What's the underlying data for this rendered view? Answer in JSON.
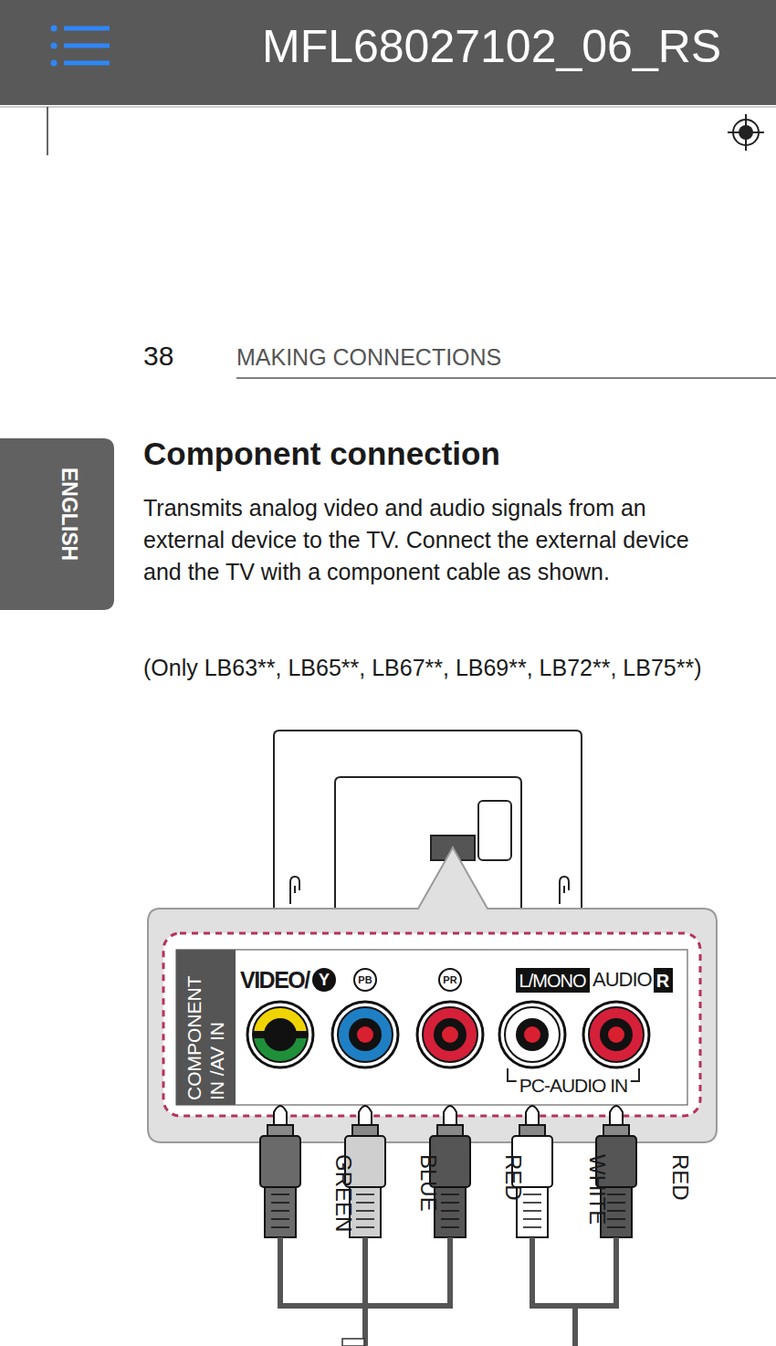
{
  "diagram": {
    "title": "Component connection",
    "labels": [
      "MFL68027102_06_RS",
      "38",
      "MAKING CONNECTIONS",
      "ENGLISH",
      "Transmits analog video and audio signals from an external device to the TV. Connect the external device and the TV with a component cable as shown.",
      "(Only LB63**, LB65**, LB67**, LB69**, LB72**, LB75**)",
      "COMPONENT IN /AV IN",
      "VIDEO/",
      "Y",
      "PB",
      "PR",
      "L/MONO",
      "AUDIO",
      "R",
      "PC-AUDIO IN",
      "GREEN",
      "BLUE",
      "RED",
      "WHITE",
      "RED"
    ]
  }
}
